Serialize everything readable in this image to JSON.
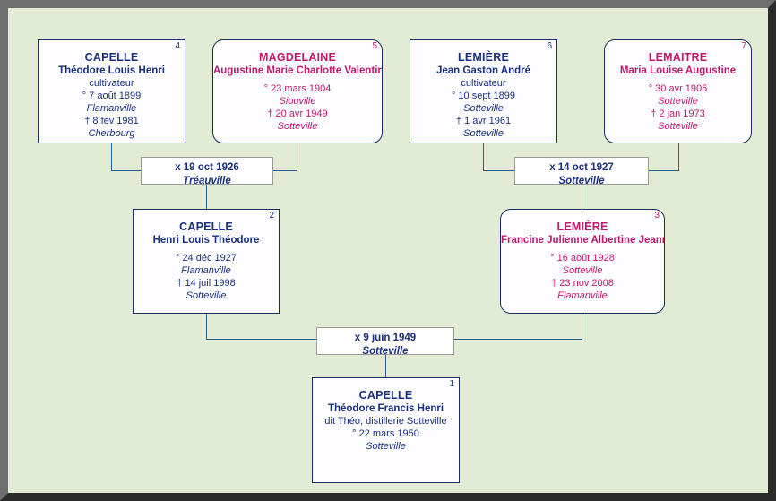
{
  "chart": {
    "type": "genealogy-tree",
    "background_color": "#e2ebd4",
    "male_color": "#19307f",
    "female_color": "#c2186f",
    "line_color": "#2a5f8f",
    "frame_color_light": "#6e6e6e",
    "frame_color_dark": "#2b2b2b"
  },
  "persons": [
    {
      "id": "p4",
      "number": "4",
      "sex": "male",
      "surname": "CAPELLE",
      "given": "Théodore Louis Henri",
      "occupation": "cultivateur",
      "birth": "° 7 août 1899",
      "birth_place": "Flamanville",
      "death": "† 8 fév 1981",
      "death_place": "Cherbourg"
    },
    {
      "id": "p5",
      "number": "5",
      "sex": "female",
      "surname": "MAGDELAINE",
      "given": "Augustine Marie Charlotte Valentine",
      "occupation": "",
      "birth": "° 23 mars 1904",
      "birth_place": "Siouville",
      "death": "† 20 avr 1949",
      "death_place": "Sotteville"
    },
    {
      "id": "p6",
      "number": "6",
      "sex": "male",
      "surname": "LEMIÈRE",
      "given": "Jean Gaston André",
      "occupation": "cultivateur",
      "birth": "° 10 sept 1899",
      "birth_place": "Sotteville",
      "death": "† 1 avr 1961",
      "death_place": "Sotteville"
    },
    {
      "id": "p7",
      "number": "7",
      "sex": "female",
      "surname": "LEMAITRE",
      "given": "Maria Louise Augustine",
      "occupation": "",
      "birth": "° 30 avr 1905",
      "birth_place": "Sotteville",
      "death": "† 2 jan 1973",
      "death_place": "Sotteville"
    },
    {
      "id": "p2",
      "number": "2",
      "sex": "male",
      "surname": "CAPELLE",
      "given": "Henri Louis Théodore",
      "occupation": "",
      "birth": "° 24 déc 1927",
      "birth_place": "Flamanville",
      "death": "† 14 juil 1998",
      "death_place": "Sotteville"
    },
    {
      "id": "p3",
      "number": "3",
      "sex": "female",
      "surname": "LEMIÈRE",
      "given": "Francine Julienne Albertine Jeanne",
      "occupation": "",
      "birth": "° 16 août 1928",
      "birth_place": "Sotteville",
      "death": "† 23 nov 2008",
      "death_place": "Flamanville"
    },
    {
      "id": "p1",
      "number": "1",
      "sex": "male",
      "surname": "CAPELLE",
      "given": "Théodore Francis Henri",
      "occupation": "dit Théo, distillerie Sotteville",
      "birth": "° 22 mars 1950",
      "birth_place": "Sotteville",
      "death": "",
      "death_place": ""
    }
  ],
  "marriages": [
    {
      "id": "m1",
      "date": "x 19 oct 1926",
      "place": "Tréauville"
    },
    {
      "id": "m2",
      "date": "x 14 oct 1927",
      "place": "Sotteville"
    },
    {
      "id": "m3",
      "date": "x 9 juin 1949",
      "place": "Sotteville"
    }
  ]
}
